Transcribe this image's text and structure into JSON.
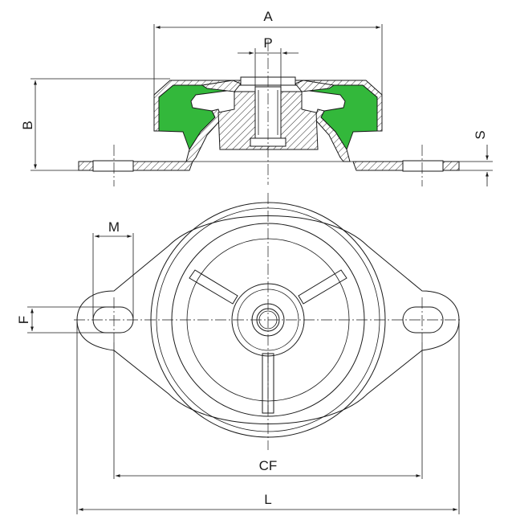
{
  "dimensions": {
    "A": "A",
    "P": "P",
    "B": "B",
    "S": "S",
    "M": "M",
    "F": "F",
    "CF": "CF",
    "L": "L"
  },
  "colors": {
    "rubber": "#33b83b",
    "line": "#1a1a1a",
    "background": "#ffffff"
  }
}
